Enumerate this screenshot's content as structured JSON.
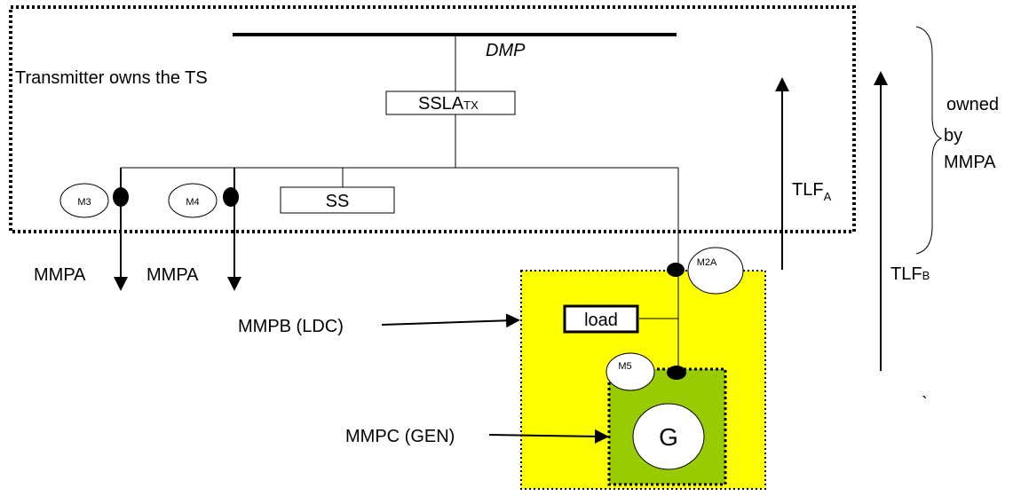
{
  "labels": {
    "dmp": "DMP",
    "transmitter_owns": "Transmitter owns the TS",
    "sslatx_main": "SSLA",
    "sslatx_sub": "TX",
    "ss": "SS",
    "load": "load",
    "g": "G",
    "m3": "M3",
    "m4": "M4",
    "m2a": "M2A",
    "m5": "M5",
    "mmpa_left": "MMPA",
    "mmpa_mid": "MMPA",
    "mmpb": "MMPB (LDC)",
    "mmpc": "MMPC (GEN)",
    "tlfa_main": "TLF",
    "tlfa_sub": "A",
    "tlfb_main": "TLF",
    "tlfb_sub": "B",
    "owned_line1": "owned",
    "owned_line2": "by",
    "owned_line3": "MMPA",
    "backtick": "`"
  },
  "colors": {
    "mmpb_zone": "#ffff00",
    "mmpc_zone": "#99cc00",
    "line": "#000000",
    "meter_fill": "#ffffff"
  }
}
